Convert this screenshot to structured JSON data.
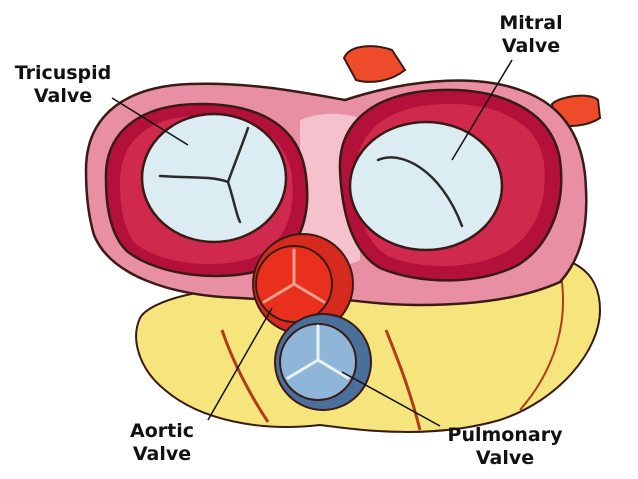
{
  "labels": {
    "tricuspid": {
      "line1": "Tricuspid",
      "line2": "Valve"
    },
    "mitral": {
      "line1": "Mitral",
      "line2": "Valve"
    },
    "aortic": {
      "line1": "Aortic",
      "line2": "Valve"
    },
    "pulmonary": {
      "line1": "Pulmonary",
      "line2": "Valve"
    }
  },
  "colors": {
    "outline": "#3a1a14",
    "pink_ring": "#e98fa4",
    "dark_red_wall": "#b3103a",
    "inner_red": "#d0294e",
    "valve_white": "#dcecf3",
    "fat_yellow": "#f6e47c",
    "aorta_red": "#e8301c",
    "pulmonary_blue": "#8fb5d8",
    "vessel_orange": "#ee4b2b"
  }
}
